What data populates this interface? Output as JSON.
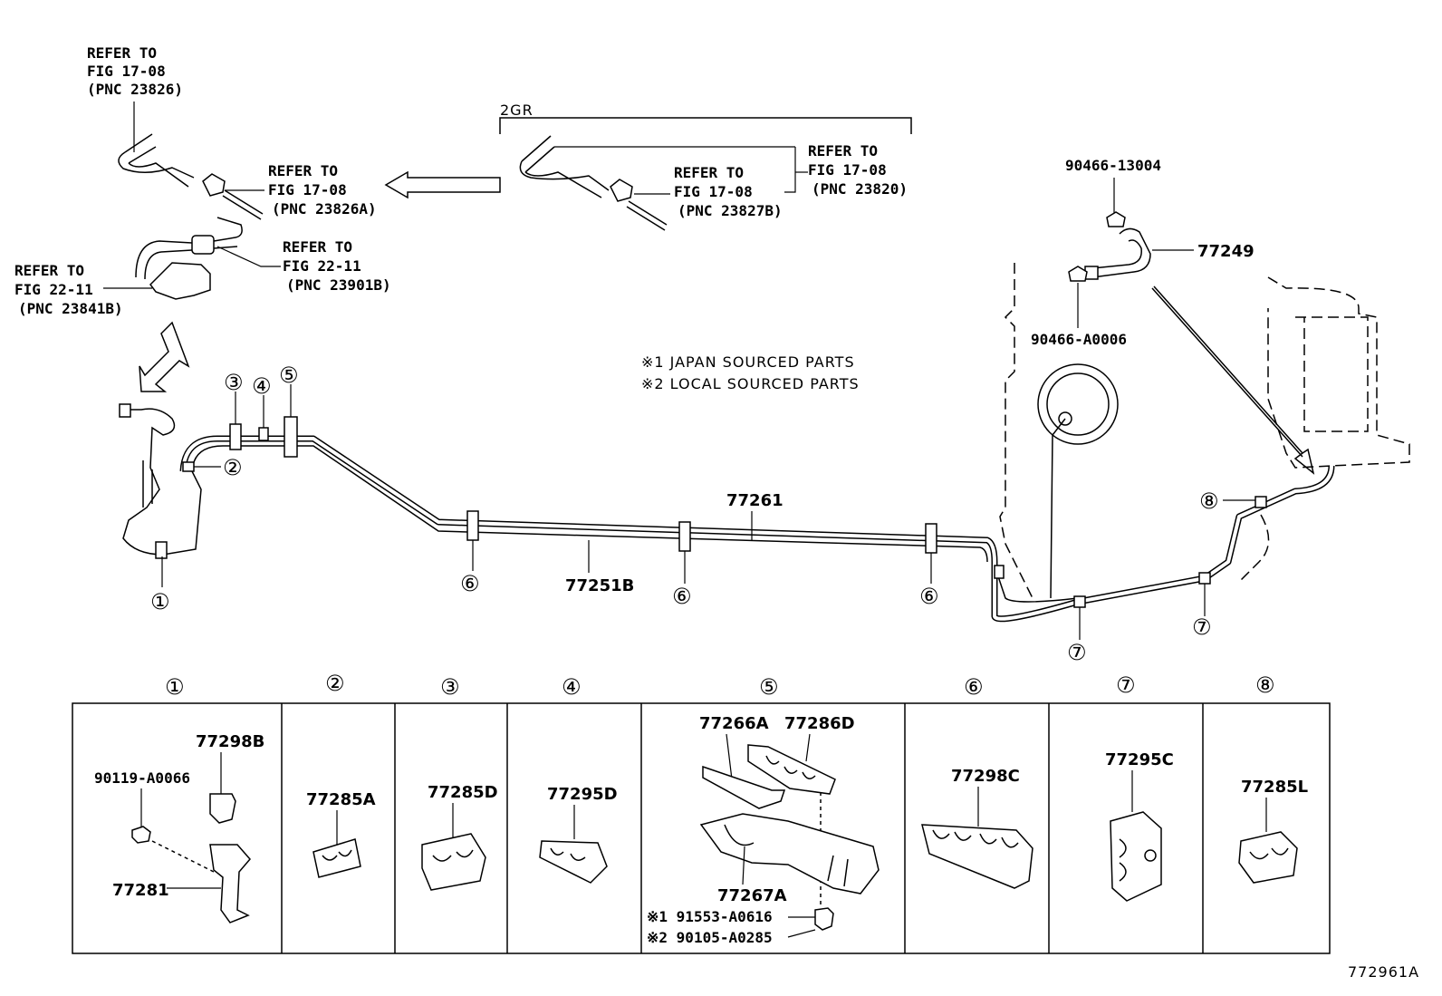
{
  "refs": {
    "r1": [
      "REFER TO",
      "FIG 17-08",
      "(PNC 23826)"
    ],
    "r2": [
      "REFER TO",
      "FIG 17-08",
      "(PNC 23826A)"
    ],
    "r3": [
      "REFER TO",
      "FIG 22-11",
      "(PNC 23901B)"
    ],
    "r4": [
      "REFER TO",
      "FIG 22-11",
      "(PNC 23841B)"
    ],
    "r5": [
      "REFER TO",
      "FIG 17-08",
      "(PNC 23827B)"
    ],
    "r6": [
      "REFER TO",
      "FIG 17-08",
      "(PNC 23820)"
    ]
  },
  "engine_label": "2GR",
  "notes": [
    "※1 JAPAN SOURCED PARTS",
    "※2 LOCAL SOURCED PARTS"
  ],
  "main_parts": {
    "p77249": "77249",
    "p90466_13004": "90466-13004",
    "p90466_A0006": "90466-A0006",
    "p77261": "77261",
    "p77251B": "77251B"
  },
  "callouts": {
    "c1": "①",
    "c2": "②",
    "c3": "③",
    "c4": "④",
    "c5": "⑤",
    "c6": "⑥",
    "c7": "⑦",
    "c8": "⑧"
  },
  "table": {
    "headers": [
      "①",
      "②",
      "③",
      "④",
      "⑤",
      "⑥",
      "⑦",
      "⑧"
    ],
    "cell1": {
      "a": "77298B",
      "b": "90119-A0066",
      "c": "77281"
    },
    "cell2": {
      "a": "77285A"
    },
    "cell3": {
      "a": "77285D"
    },
    "cell4": {
      "a": "77295D"
    },
    "cell5": {
      "a": "77266A",
      "b": "77286D",
      "c": "77267A",
      "d": "※1 91553-A0616",
      "e": "※2 90105-A0285"
    },
    "cell6": {
      "a": "77298C"
    },
    "cell7": {
      "a": "77295C"
    },
    "cell8": {
      "a": "77285L"
    }
  },
  "figure_code": "772961A"
}
